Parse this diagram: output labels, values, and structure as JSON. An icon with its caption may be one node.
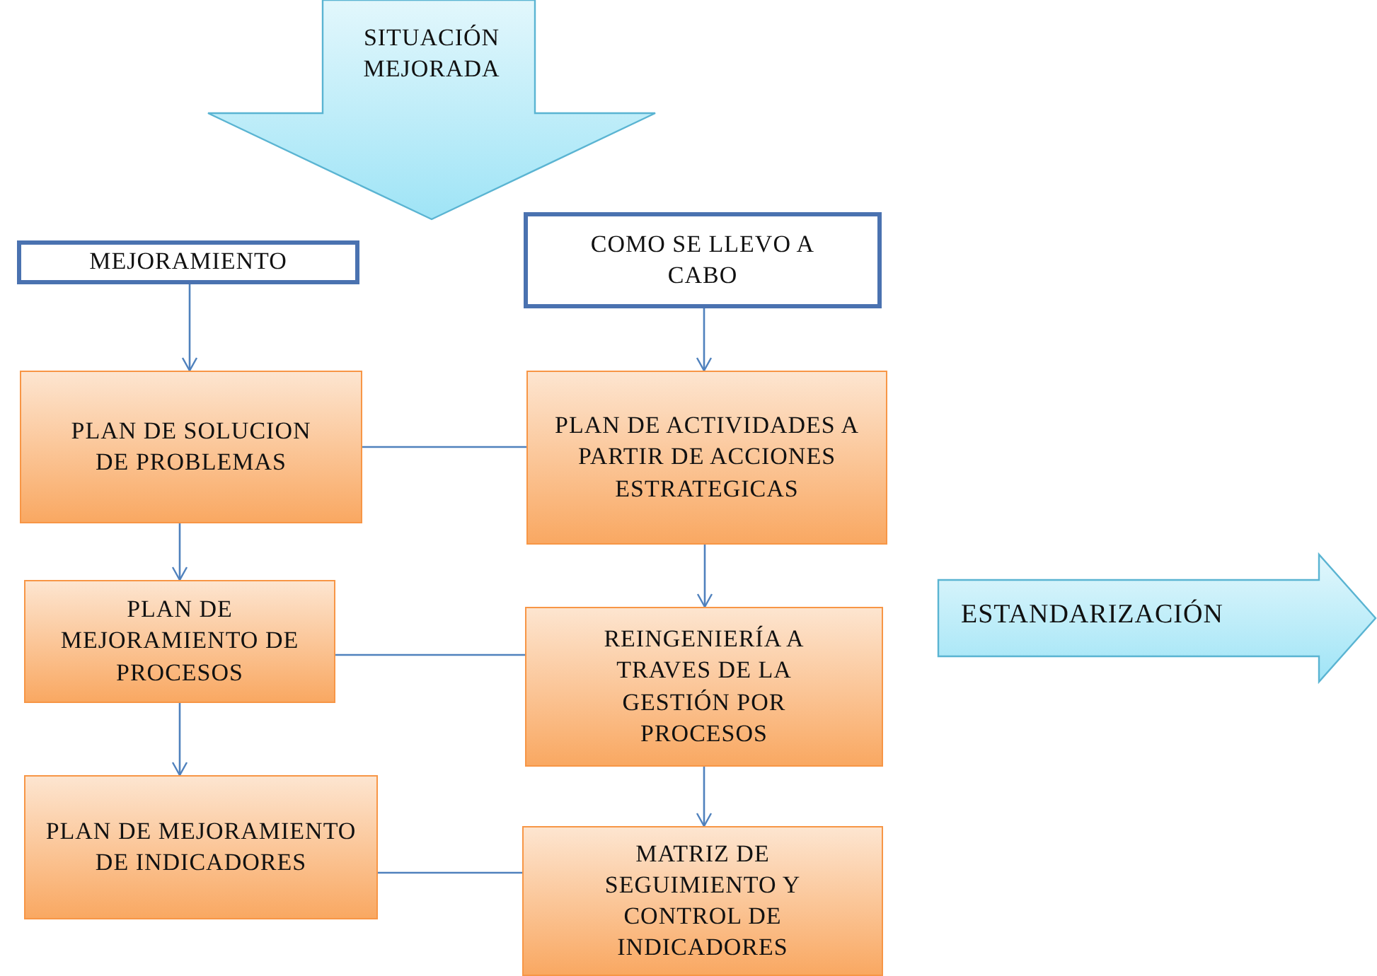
{
  "diagram": {
    "nodes": [
      {
        "text": [
          "SITUACIÓN MEJORADA"
        ]
      },
      {
        "text": [
          "MEJORAMIENTO"
        ]
      },
      {
        "text": [
          "COMO SE LLEVO A CABO"
        ]
      },
      {
        "text": [
          "PLAN DE SOLUCION DE PROBLEMAS"
        ]
      },
      {
        "text": [
          "PLAN DE ACTIVIDADES A PARTIR DE ACCIONES ESTRATEGICAS"
        ]
      },
      {
        "text": [
          "PLAN DE MEJORAMIENTO DE PROCESOS"
        ]
      },
      {
        "text": [
          "REINGENIERÍA A TRAVES DE LA GESTIÓN POR PROCESOS"
        ]
      },
      {
        "text": [
          "PLAN DE MEJORAMIENTO DE INDICADORES"
        ]
      },
      {
        "text": [
          "MATRIZ DE SEGUIMIENTO Y CONTROL DE INDICADORES"
        ]
      },
      {
        "text": [
          "ESTANDARIZACIÓN"
        ]
      }
    ],
    "edges": [
      {
        "from": 1,
        "to": 3,
        "arrow": "to"
      },
      {
        "from": 3,
        "to": 5,
        "arrow": "to"
      },
      {
        "from": 5,
        "to": 7,
        "arrow": "to"
      },
      {
        "from": 2,
        "to": 4,
        "arrow": "to"
      },
      {
        "from": 4,
        "to": 6,
        "arrow": "to"
      },
      {
        "from": 6,
        "to": 8,
        "arrow": "to"
      },
      {
        "from": 3,
        "to": 4,
        "arrow": "none"
      },
      {
        "from": 5,
        "to": 6,
        "arrow": "none"
      },
      {
        "from": 7,
        "to": 8,
        "arrow": "none"
      }
    ]
  }
}
